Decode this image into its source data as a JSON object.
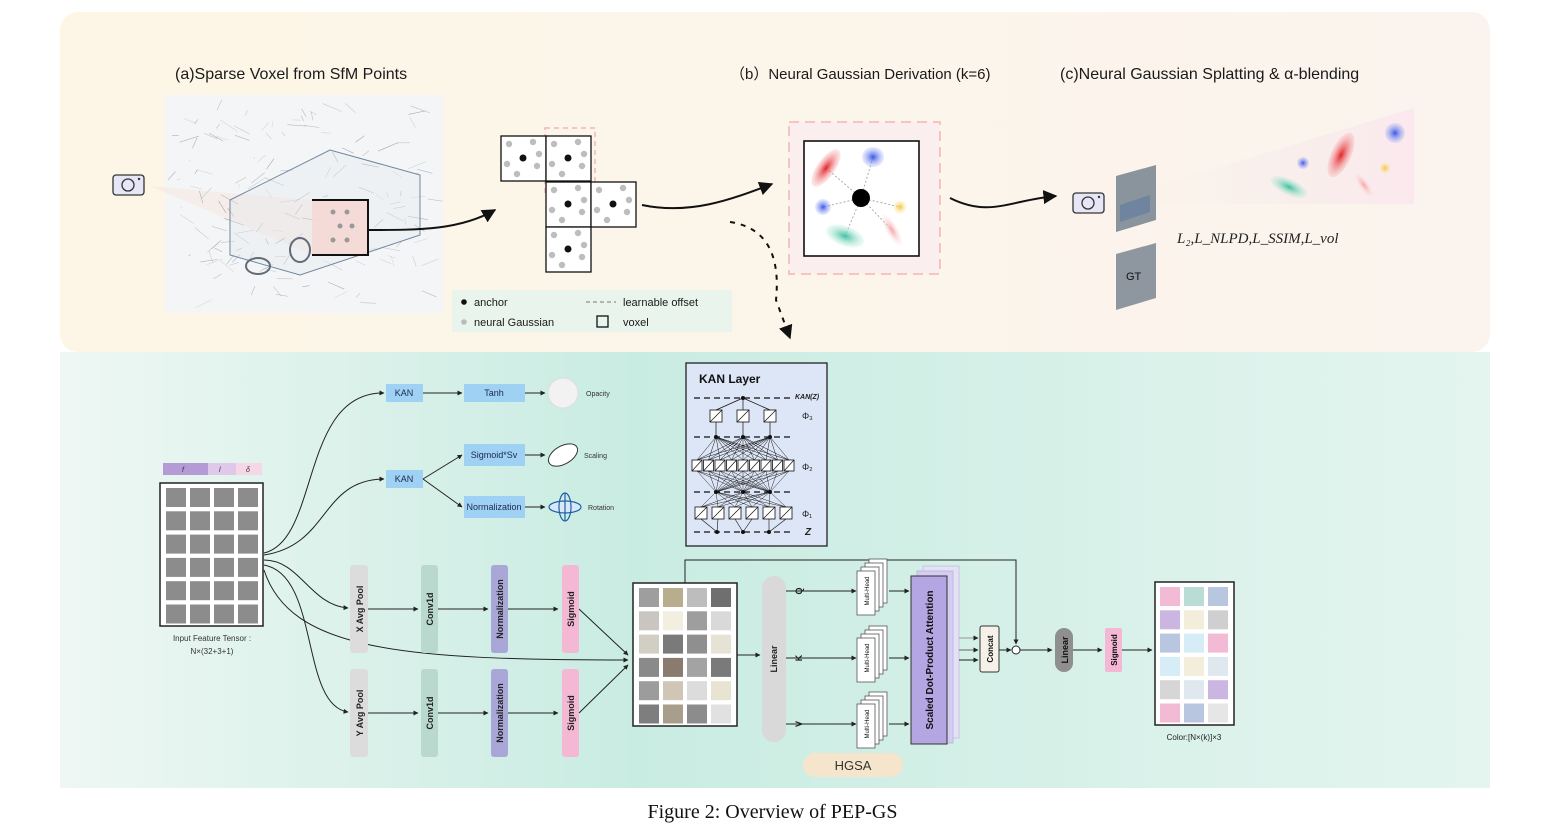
{
  "panels": {
    "a_title": "(a)Sparse Voxel from SfM Points",
    "b_title": "（b）Neural Gaussian Derivation (k=6)",
    "c_title": "(c)Neural Gaussian Splatting & α-blending"
  },
  "legend": {
    "anchor": "anchor",
    "neural_gaussian": "neural Gaussian",
    "learnable_offset": "learnable offset",
    "voxel": "voxel"
  },
  "losses": "L₂,L_NLPD,L_SSIM,L_vol",
  "gt_label": "GT",
  "feature_header": [
    "f",
    "l",
    "δ"
  ],
  "input_tensor": {
    "line1": "Input Feature Tensor :",
    "line2": "N×(32+3+1)"
  },
  "branches": {
    "kan1": "KAN",
    "tanh": "Tanh",
    "opacity": "Opacity",
    "kan2": "KAN",
    "sigmoid_sv": "Sigmoid*Sv",
    "scaling": "Scaling",
    "normalization": "Normalization",
    "rotation": "Rotation"
  },
  "pooling": {
    "x_avg_pool": "X Avg Pool",
    "y_avg_pool": "Y Avg Pool",
    "conv1": "Conv1d",
    "conv2": "Conv1d",
    "norm1": "Normalization",
    "norm2": "Normalization",
    "sig1": "Sigmoid",
    "sig2": "Sigmoid"
  },
  "kan_layer": {
    "title": "KAN Layer",
    "kan_z": "KAN(Z)",
    "phi3": "Φ₃",
    "phi2": "Φ₂",
    "phi1": "Φ₁",
    "z": "Z"
  },
  "attention": {
    "linear": "Linear",
    "q": "Q",
    "k": "K",
    "v": "V",
    "multi_head": "Multi-Head",
    "sdpa": "Scaled Dot-Product Attention",
    "concat": "Concat",
    "linear2": "Linear",
    "sigmoid": "Sigmoid",
    "hgsa": "HGSA"
  },
  "output": {
    "color_label": "Color:[N×(k)]×3"
  },
  "caption": "Figure 2: Overview of PEP-GS",
  "colors": {
    "kan_blue": "#9fd1f5",
    "norm_purple": "#a9a6d8",
    "sigmoid_pink": "#f4b8d4",
    "conv_teal": "#b9d9cf",
    "pool_gray": "#dcdcdc",
    "sdpa_purple": "#b3a6e3",
    "top_bg": "#fdf7e8",
    "bottom_bg": "#cdeee4"
  }
}
